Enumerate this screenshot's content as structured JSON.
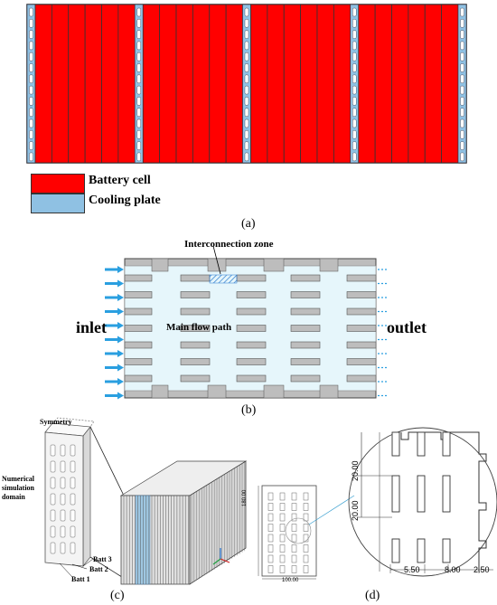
{
  "panel_a": {
    "caption": "(a)",
    "legend": [
      {
        "label": "Battery cell",
        "color": "#ff0000"
      },
      {
        "label": "Cooling plate",
        "color": "#8fc1e3"
      }
    ],
    "groups": 4,
    "cells_per_group": 6
  },
  "panel_b": {
    "caption": "(b)",
    "inlet_label": "inlet",
    "outlet_label": "outlet",
    "interconnection_label": "Interconnection zone",
    "main_flow_label": "Main flow path",
    "arrow_color": "#2a9fe0",
    "fluid_color": "#e6f6fb"
  },
  "panel_c": {
    "caption": "(c)",
    "symmetry_label": "Symmetry",
    "domain_label_1": "Numerical",
    "domain_label_2": "simulation",
    "domain_label_3": "domain",
    "batt1": "Batt 1",
    "batt2": "Batt 2",
    "batt3": "Batt 3"
  },
  "panel_d": {
    "caption": "(d)",
    "dim_height": "180.00",
    "dim_width": "100.00",
    "dim_top": "20.00",
    "dim_mid": "20.00",
    "dim_b1": "5.50",
    "dim_b2": "8.00",
    "dim_b3": "2.50"
  }
}
